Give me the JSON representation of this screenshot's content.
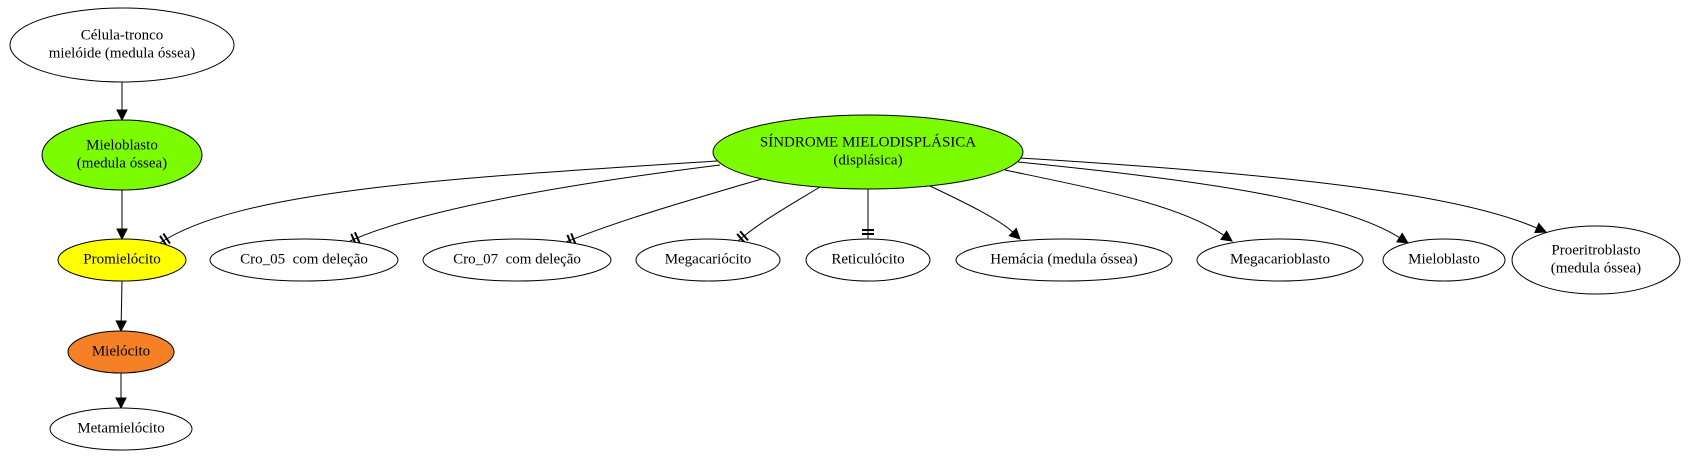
{
  "colors": {
    "green": "#7cfc00",
    "yellow": "#ffff00",
    "orange": "#f58025",
    "white": "#ffffff"
  },
  "nodes": [
    {
      "id": "celula_tronco",
      "name": "node-celula-tronco",
      "lines": [
        "Célula-tronco",
        "mielóide (medula óssea)"
      ],
      "fill": "white"
    },
    {
      "id": "mieloblasto_medula",
      "name": "node-mieloblasto-medula",
      "lines": [
        "Mieloblasto",
        "(medula óssea)"
      ],
      "fill": "green"
    },
    {
      "id": "promielocito",
      "name": "node-promielocito",
      "lines": [
        "Promielócito"
      ],
      "fill": "yellow"
    },
    {
      "id": "mielocito",
      "name": "node-mielocito",
      "lines": [
        "Mielócito"
      ],
      "fill": "orange"
    },
    {
      "id": "metamielocito",
      "name": "node-metamielocito",
      "lines": [
        "Metamielócito"
      ],
      "fill": "white"
    },
    {
      "id": "sindrome",
      "name": "node-sindrome-mielodisplasica",
      "lines": [
        "SÍNDROME MIELODISPLÁSICA",
        "(displásica)"
      ],
      "fill": "green"
    },
    {
      "id": "cro05",
      "name": "node-cro05-delecao",
      "lines": [
        "Cro_05  com deleção"
      ],
      "fill": "white"
    },
    {
      "id": "cro07",
      "name": "node-cro07-delecao",
      "lines": [
        "Cro_07  com deleção"
      ],
      "fill": "white"
    },
    {
      "id": "megacariocito",
      "name": "node-megacariocito",
      "lines": [
        "Megacariócito"
      ],
      "fill": "white"
    },
    {
      "id": "reticulocito",
      "name": "node-reticulocito",
      "lines": [
        "Reticulócito"
      ],
      "fill": "white"
    },
    {
      "id": "hemacia",
      "name": "node-hemacia",
      "lines": [
        "Hemácia (medula óssea)"
      ],
      "fill": "white"
    },
    {
      "id": "megacarioblasto",
      "name": "node-megacarioblasto",
      "lines": [
        "Megacarioblasto"
      ],
      "fill": "white"
    },
    {
      "id": "mieloblasto",
      "name": "node-mieloblasto",
      "lines": [
        "Mieloblasto"
      ],
      "fill": "white"
    },
    {
      "id": "proeritroblasto",
      "name": "node-proeritroblasto",
      "lines": [
        "Proeritroblasto",
        "(medula óssea)"
      ],
      "fill": "white"
    }
  ],
  "edges": [
    {
      "from": "celula_tronco",
      "to": "mieloblasto_medula",
      "style": "arrow"
    },
    {
      "from": "mieloblasto_medula",
      "to": "promielocito",
      "style": "arrow"
    },
    {
      "from": "promielocito",
      "to": "mielocito",
      "style": "arrow"
    },
    {
      "from": "mielocito",
      "to": "metamielocito",
      "style": "arrow"
    },
    {
      "from": "sindrome",
      "to": "promielocito",
      "style": "double-tee"
    },
    {
      "from": "sindrome",
      "to": "cro05",
      "style": "double-tee"
    },
    {
      "from": "sindrome",
      "to": "cro07",
      "style": "double-tee"
    },
    {
      "from": "sindrome",
      "to": "megacariocito",
      "style": "double-tee"
    },
    {
      "from": "sindrome",
      "to": "reticulocito",
      "style": "tee"
    },
    {
      "from": "sindrome",
      "to": "hemacia",
      "style": "arrow"
    },
    {
      "from": "sindrome",
      "to": "megacarioblasto",
      "style": "arrow"
    },
    {
      "from": "sindrome",
      "to": "mieloblasto",
      "style": "arrow"
    },
    {
      "from": "sindrome",
      "to": "proeritroblasto",
      "style": "arrow"
    }
  ]
}
